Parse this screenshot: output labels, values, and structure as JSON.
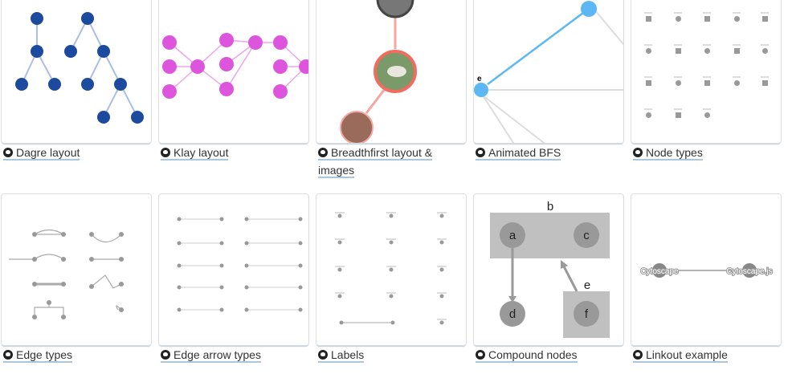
{
  "examples": [
    {
      "label": "Dagre layout"
    },
    {
      "label": "Klay layout"
    },
    {
      "label": "Breadthfirst layout & images"
    },
    {
      "label": "Animated BFS",
      "node_label": "e"
    },
    {
      "label": "Node types"
    },
    {
      "label": "Edge types"
    },
    {
      "label": "Edge arrow types"
    },
    {
      "label": "Labels"
    },
    {
      "label": "Compound nodes",
      "nodes": {
        "a": "a",
        "b": "b",
        "c": "c",
        "d": "d",
        "e": "e",
        "f": "f"
      }
    },
    {
      "label": "Linkout example",
      "nodes": {
        "left": "Cytoscape",
        "right": "Cytoscape.js"
      }
    }
  ],
  "icon": "github-icon",
  "colors": {
    "dagre": "#1c4a9e",
    "klay": "#dd55dd",
    "bfs": "#5bb8f5",
    "link_underline": "#a9c6dd"
  }
}
